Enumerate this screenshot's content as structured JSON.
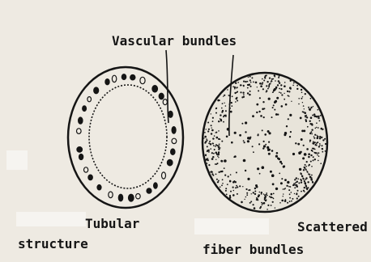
{
  "labels": {
    "vascular_bundles": "Vascular bundles",
    "tubular_line1": "Tubular",
    "tubular_line2": "structure",
    "scattered_line1": "Scattered",
    "scattered_line2": "fiber bundles"
  },
  "colors": {
    "ink": "#151515",
    "paper": "#eeeae2"
  }
}
